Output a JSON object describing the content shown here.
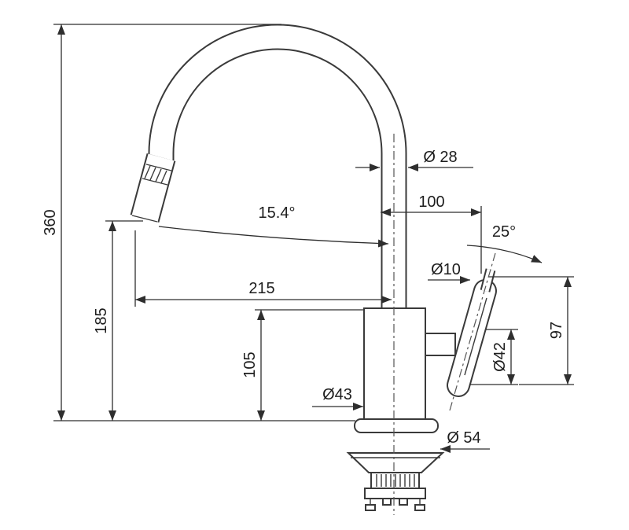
{
  "drawing": {
    "subject": "Kitchen mixer tap with pull-out spray head — dimensioned technical side view",
    "units": "mm",
    "labels": {
      "total_height": "360",
      "outlet_height": "185",
      "spout_reach": "215",
      "body_height": "105",
      "spray_angle": "15.4°",
      "spout_diameter": "Ø 28",
      "handle_offset": "100",
      "handle_tilt": "25°",
      "stem_diameter": "Ø10",
      "handle_diameter": "Ø42",
      "handle_length": "97",
      "body_diameter": "Ø43",
      "flange_diameter": "Ø 54"
    },
    "colors": {
      "outline": "#3a3a3a",
      "dimension": "#2e2e2e",
      "text": "#1d1d1d",
      "background": "#ffffff"
    }
  }
}
